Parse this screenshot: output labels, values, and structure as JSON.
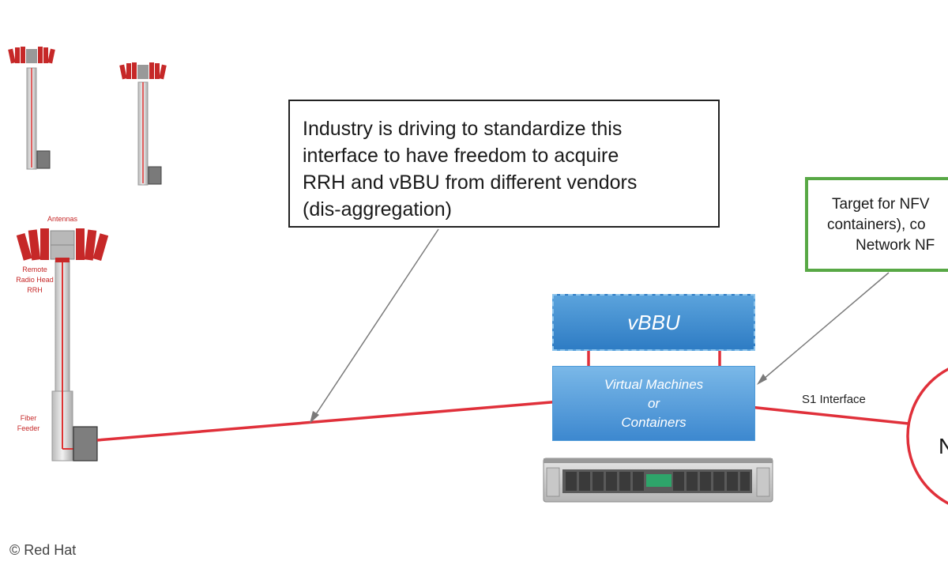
{
  "callout_standardize": {
    "lines": [
      "Industry is driving to standardize this",
      "interface to have freedom to acquire",
      "RRH and vBBU from different vendors",
      "(dis-aggregation)"
    ]
  },
  "callout_nfv": {
    "lines": [
      "Target for NFV",
      "containers), co",
      "Network NF"
    ]
  },
  "stack": {
    "vbbu_label": "vBBU",
    "vm_lines": [
      "Virtual Machines",
      "or",
      "Containers"
    ]
  },
  "tower_large": {
    "antennas_label": "Antennas",
    "rrh_lines": [
      "Remote",
      "Radio Head",
      "RRH"
    ],
    "feeder_lines": [
      "Fiber",
      "Feeder"
    ]
  },
  "s1_interface_label": "S1 Interface",
  "core_node_label": "N",
  "copyright": "© Red Hat",
  "colors": {
    "link_red": "#e0303a",
    "tower_red": "#c62828",
    "callout_green": "#58a845",
    "vbbu_blue": "#2e7cc4"
  }
}
